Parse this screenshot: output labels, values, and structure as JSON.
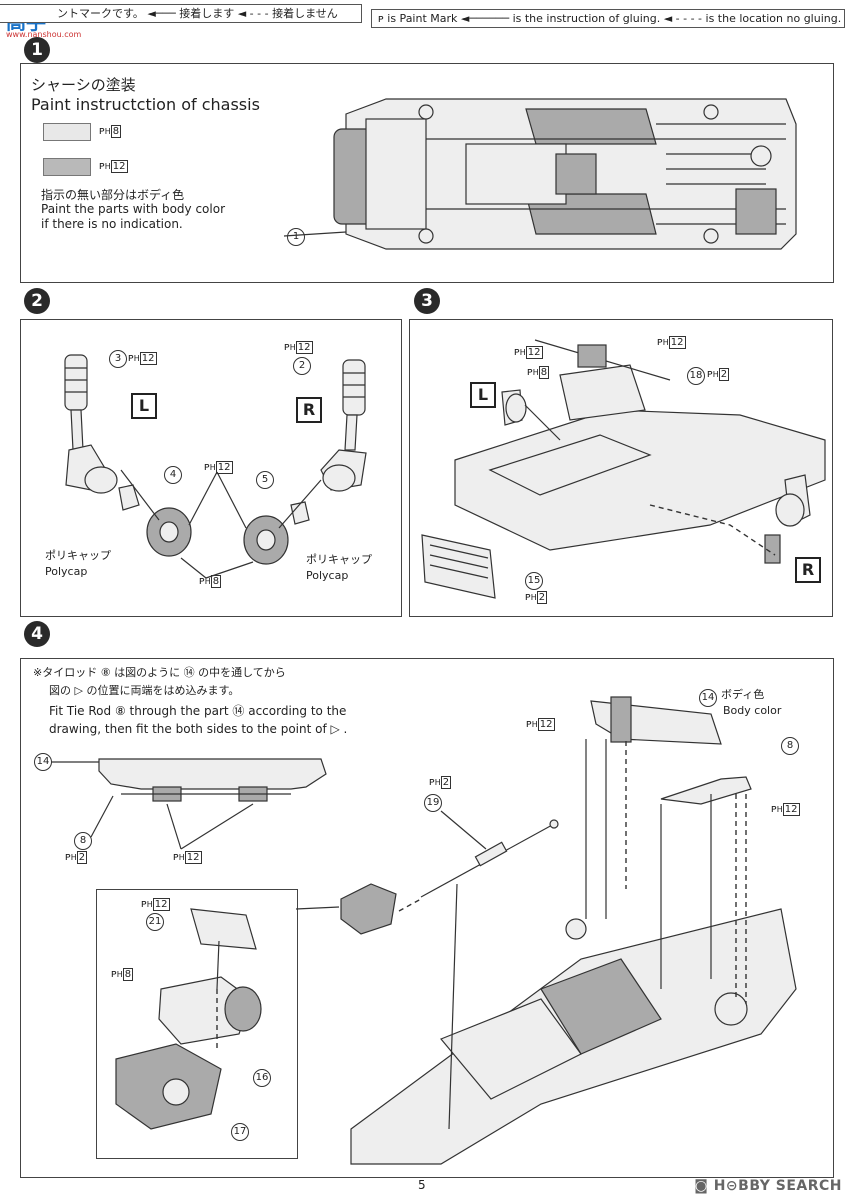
{
  "header": {
    "brand": "高手",
    "brand_url": "www.nanshou.com",
    "legend_jp": "ントマークです。 ◄─── 接着します ◄ - - - 接着しません",
    "legend_en": "ᴘ is Paint Mark ◄────── is the instruction of gluing. ◄ - - - - is the location no gluing."
  },
  "step1": {
    "number": "1",
    "title_jp": "シャーシの塗装",
    "title_en": "Paint instructction of chassis",
    "swatches": [
      {
        "color": "#e8e8e8",
        "paint": "8"
      },
      {
        "color": "#b9b9b9",
        "paint": "12"
      }
    ],
    "note_jp": "指示の無い部分はボディ色",
    "note_en1": "Paint the parts with body color",
    "note_en2": "if there is no indication.",
    "part": "1"
  },
  "step2": {
    "number": "2",
    "left_label": "L",
    "right_label": "R",
    "parts": {
      "p3": "3",
      "p2": "2",
      "p4": "4",
      "p5": "5"
    },
    "paints": {
      "p3": "12",
      "p2": "12",
      "mid": "12",
      "bottom": "8"
    },
    "polycap_jp": "ポリキャップ",
    "polycap_en": "Polycap"
  },
  "step3": {
    "number": "3",
    "left_label": "L",
    "right_label": "R",
    "parts": {
      "p18": "18",
      "p15": "15"
    },
    "paints": {
      "a": "12",
      "b": "8",
      "c": "12",
      "p18": "2",
      "p15": "2"
    }
  },
  "step4": {
    "number": "4",
    "note_jp1": "※タイロッド ⑧ は図のように ⑭ の中を通してから",
    "note_jp2": "図の ▷ の位置に両端をはめ込みます。",
    "note_en1": "Fit Tie Rod ⑧ through the part ⑭ according to the",
    "note_en2": "drawing, then fit the both sides to the point of ▷ .",
    "parts": {
      "p14": "14",
      "p8": "8",
      "p19": "19",
      "p21": "21",
      "p16": "16",
      "p17": "17"
    },
    "paints": {
      "p8": "2",
      "rack": "12",
      "p19": "2",
      "p21": "12",
      "gear": "8",
      "top14": "12",
      "top8": "12"
    },
    "body_color_jp": "ボディ色",
    "body_color_en": "Body color"
  },
  "footer": {
    "page": "5",
    "watermark": "◙ H⊝BBY SEARCH"
  }
}
